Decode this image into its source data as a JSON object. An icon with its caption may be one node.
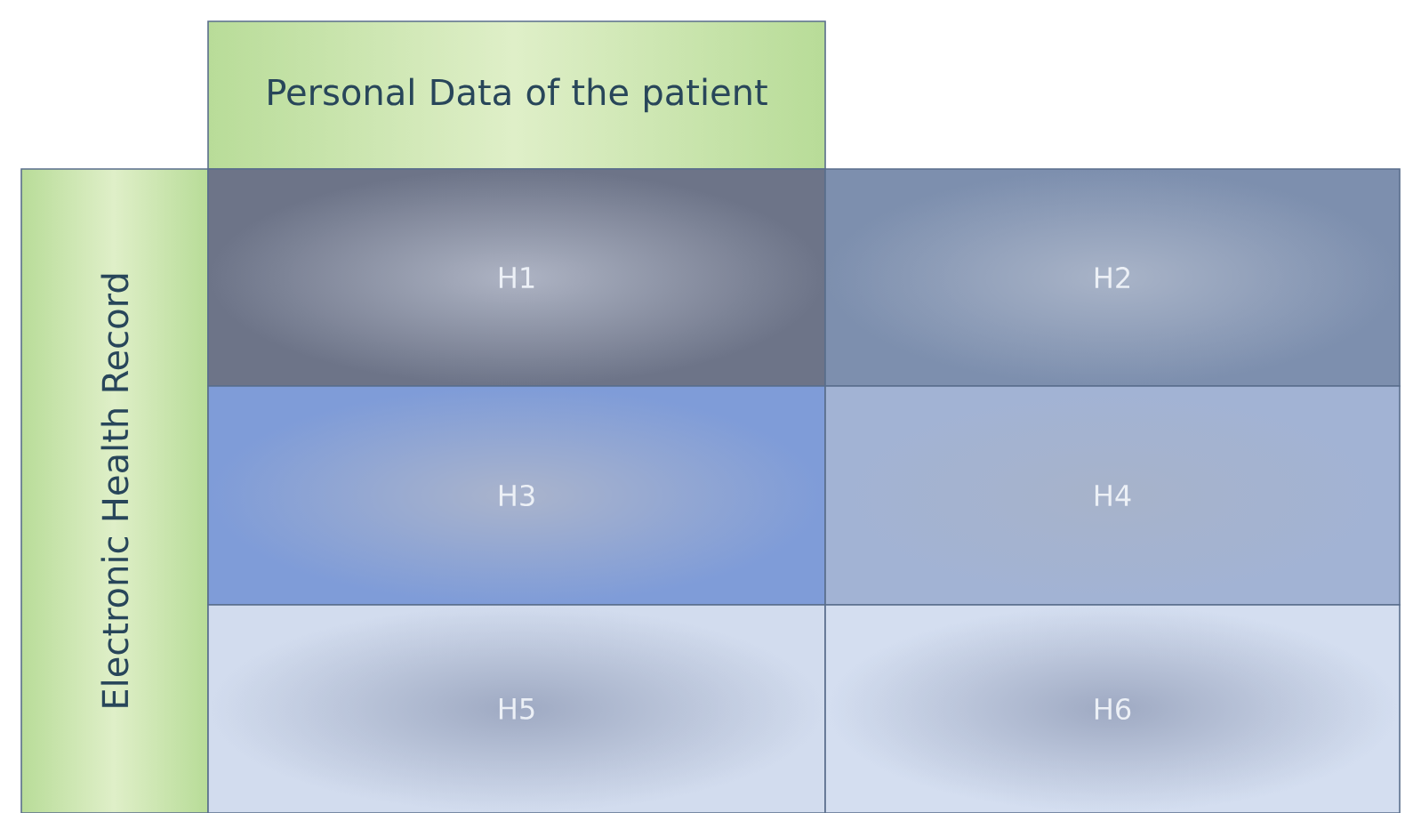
{
  "diagram": {
    "nodes": [
      {
        "text": [
          "Personal Data of the patient"
        ]
      },
      {
        "text": [
          "Electronic Health Record"
        ]
      },
      {
        "text": [
          "H1"
        ]
      },
      {
        "text": [
          "H2"
        ]
      },
      {
        "text": [
          "H3"
        ]
      },
      {
        "text": [
          "H4"
        ]
      },
      {
        "text": [
          "H5"
        ]
      },
      {
        "text": [
          "H6"
        ]
      }
    ]
  }
}
